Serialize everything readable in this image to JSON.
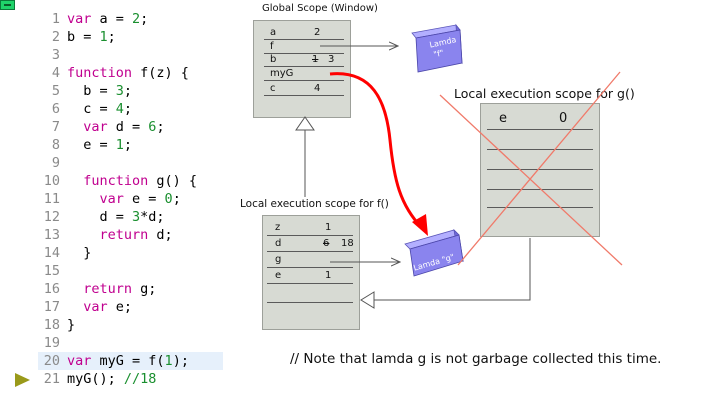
{
  "code": {
    "lines": [
      {
        "num": "1",
        "tokens": [
          {
            "t": "var ",
            "c": "kw"
          },
          {
            "t": "a = ",
            "c": "txt"
          },
          {
            "t": "2",
            "c": "num"
          },
          {
            "t": ";",
            "c": "txt"
          }
        ]
      },
      {
        "num": "2",
        "tokens": [
          {
            "t": "b = ",
            "c": "txt"
          },
          {
            "t": "1",
            "c": "num"
          },
          {
            "t": ";",
            "c": "txt"
          }
        ]
      },
      {
        "num": "3",
        "tokens": []
      },
      {
        "num": "4",
        "tokens": [
          {
            "t": "function ",
            "c": "kw"
          },
          {
            "t": "f(z) {",
            "c": "txt"
          }
        ]
      },
      {
        "num": "5",
        "tokens": [
          {
            "t": "  b = ",
            "c": "txt"
          },
          {
            "t": "3",
            "c": "num"
          },
          {
            "t": ";",
            "c": "txt"
          }
        ]
      },
      {
        "num": "6",
        "tokens": [
          {
            "t": "  c = ",
            "c": "txt"
          },
          {
            "t": "4",
            "c": "num"
          },
          {
            "t": ";",
            "c": "txt"
          }
        ]
      },
      {
        "num": "7",
        "tokens": [
          {
            "t": "  ",
            "c": "txt"
          },
          {
            "t": "var ",
            "c": "kw"
          },
          {
            "t": "d = ",
            "c": "txt"
          },
          {
            "t": "6",
            "c": "num"
          },
          {
            "t": ";",
            "c": "txt"
          }
        ]
      },
      {
        "num": "8",
        "tokens": [
          {
            "t": "  e = ",
            "c": "txt"
          },
          {
            "t": "1",
            "c": "num"
          },
          {
            "t": ";",
            "c": "txt"
          }
        ]
      },
      {
        "num": "9",
        "tokens": []
      },
      {
        "num": "10",
        "tokens": [
          {
            "t": "  ",
            "c": "txt"
          },
          {
            "t": "function ",
            "c": "kw"
          },
          {
            "t": "g() {",
            "c": "txt"
          }
        ]
      },
      {
        "num": "11",
        "tokens": [
          {
            "t": "    ",
            "c": "txt"
          },
          {
            "t": "var ",
            "c": "kw"
          },
          {
            "t": "e = ",
            "c": "txt"
          },
          {
            "t": "0",
            "c": "num"
          },
          {
            "t": ";",
            "c": "txt"
          }
        ]
      },
      {
        "num": "12",
        "tokens": [
          {
            "t": "    d = ",
            "c": "txt"
          },
          {
            "t": "3",
            "c": "num"
          },
          {
            "t": "*d;",
            "c": "txt"
          }
        ]
      },
      {
        "num": "13",
        "tokens": [
          {
            "t": "    ",
            "c": "txt"
          },
          {
            "t": "return ",
            "c": "kw"
          },
          {
            "t": "d;",
            "c": "txt"
          }
        ]
      },
      {
        "num": "14",
        "tokens": [
          {
            "t": "  }",
            "c": "txt"
          }
        ]
      },
      {
        "num": "15",
        "tokens": []
      },
      {
        "num": "16",
        "tokens": [
          {
            "t": "  ",
            "c": "txt"
          },
          {
            "t": "return ",
            "c": "kw"
          },
          {
            "t": "g;",
            "c": "txt"
          }
        ]
      },
      {
        "num": "17",
        "tokens": [
          {
            "t": "  ",
            "c": "txt"
          },
          {
            "t": "var ",
            "c": "kw"
          },
          {
            "t": "e;",
            "c": "txt"
          }
        ]
      },
      {
        "num": "18",
        "tokens": [
          {
            "t": "}",
            "c": "txt"
          }
        ]
      },
      {
        "num": "19",
        "tokens": []
      },
      {
        "num": "20",
        "tokens": [
          {
            "t": "var ",
            "c": "kw"
          },
          {
            "t": "myG = f(",
            "c": "txt"
          },
          {
            "t": "1",
            "c": "num"
          },
          {
            "t": ");",
            "c": "txt"
          }
        ],
        "highlight": true
      },
      {
        "num": "21",
        "tokens": [
          {
            "t": "myG(); ",
            "c": "txt"
          },
          {
            "t": "//18",
            "c": "cm"
          }
        ]
      }
    ]
  },
  "global_scope": {
    "title": "Global Scope (Window)",
    "rows": [
      {
        "name": "a",
        "value": "2"
      },
      {
        "name": "f",
        "value": ""
      },
      {
        "name": "b",
        "old": "1",
        "value": "3"
      },
      {
        "name": "myG",
        "value": ""
      },
      {
        "name": "c",
        "value": "4"
      }
    ]
  },
  "lamda_f": {
    "line1": "Lamda",
    "line2": "\"f\""
  },
  "lamda_g": {
    "text": "Lamda \"g\""
  },
  "local_f": {
    "title": "Local execution scope for f()",
    "rows": [
      {
        "name": "z",
        "value": "1"
      },
      {
        "name": "d",
        "old": "6",
        "value": "18"
      },
      {
        "name": "g",
        "value": ""
      },
      {
        "name": "e",
        "value": "1"
      }
    ]
  },
  "local_g": {
    "title": "Local execution scope for g()",
    "rows": [
      {
        "name": "e",
        "value": "0"
      }
    ]
  },
  "note": "// Note that lamda g is not garbage collected this time.",
  "colors": {
    "keyword": "#c0008f",
    "number": "#1a8f2f",
    "frame_fill": "#d7dad3",
    "lamda_fill": "#8a84ee",
    "red_arrow": "#ff0000",
    "cross": "#f07a6a"
  }
}
